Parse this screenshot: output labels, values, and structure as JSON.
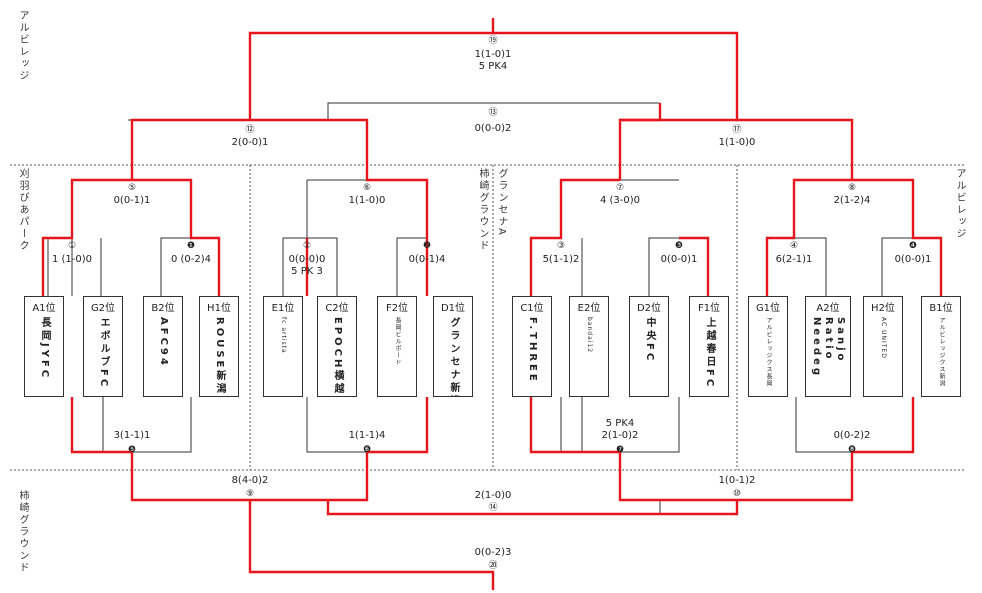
{
  "venues": {
    "top_left": "アルビレッジ",
    "left_mid": "刈羽ぴあパーク",
    "center_left": "柿崎グラウンド",
    "center_right": "グランセナA",
    "right_mid": "アルビレッジ",
    "bottom_left": "柿崎グラウンド"
  },
  "teams": [
    {
      "code": "A1位",
      "name": "長岡JYFC"
    },
    {
      "code": "G2位",
      "name": "エボルブFC"
    },
    {
      "code": "B2位",
      "name": "AFC94"
    },
    {
      "code": "H1位",
      "name": "ROUSE新潟"
    },
    {
      "code": "E1位",
      "name": "fc artista"
    },
    {
      "code": "C2位",
      "name": "EPOCH横越"
    },
    {
      "code": "F2位",
      "name": "長岡ビルボード"
    },
    {
      "code": "D1位",
      "name": "グランセナ新潟"
    },
    {
      "code": "C1位",
      "name": "F.THREE"
    },
    {
      "code": "E2位",
      "name": "bandai12"
    },
    {
      "code": "D2位",
      "name": "中央FC"
    },
    {
      "code": "F1位",
      "name": "上越春日FC"
    },
    {
      "code": "G1位",
      "name": "アルビレッジクス長岡"
    },
    {
      "code": "A2位",
      "name": "Sanjo Ratio Needeg"
    },
    {
      "code": "H2位",
      "name": "AC UNITED"
    },
    {
      "code": "B1位",
      "name": "アルビレッジクス新潟"
    }
  ],
  "matches": {
    "m1": {
      "mark": "①",
      "score": "1 (1-0)0"
    },
    "m1b": {
      "mark": "❶",
      "score": "0 (0-2)4"
    },
    "m2": {
      "mark": "②",
      "score": "0(0-0)0",
      "pk": "5 PK 3"
    },
    "m2b": {
      "mark": "❷",
      "score": "0(0-1)4"
    },
    "m3": {
      "mark": "③",
      "score": "5(1-1)2"
    },
    "m3b": {
      "mark": "❸",
      "score": "0(0-0)1"
    },
    "m4": {
      "mark": "④",
      "score": "6(2-1)1"
    },
    "m4b": {
      "mark": "❹",
      "score": "0(0-0)1"
    },
    "m5": {
      "mark": "⑤",
      "score": "0(0-1)1"
    },
    "m5b": {
      "mark": "❺",
      "score": "3(1-1)1"
    },
    "m6": {
      "mark": "⑥",
      "score": "1(1-0)0"
    },
    "m6b": {
      "mark": "❻",
      "score": "1(1-1)4"
    },
    "m7": {
      "mark": "⑦",
      "score": "4 (3-0)0"
    },
    "m7b": {
      "mark": "❼",
      "score": "2(1-0)2",
      "pk": "5 PK4"
    },
    "m8": {
      "mark": "⑧",
      "score": "2(1-2)4"
    },
    "m8b": {
      "mark": "❽",
      "score": "0(0-2)2"
    },
    "m12": {
      "mark": "⑫",
      "score": "2(0-0)1"
    },
    "m13": {
      "mark": "⑬",
      "score": "0(0-0)2"
    },
    "m17": {
      "mark": "⑰",
      "score": "1(1-0)0"
    },
    "m19": {
      "mark": "⑲",
      "score": "1(1-0)1",
      "pk": "5 PK4"
    },
    "m9": {
      "mark": "⑨",
      "score": "8(4-0)2"
    },
    "m10": {
      "mark": "⑩",
      "score": "1(0-1)2"
    },
    "m14": {
      "mark": "⑭",
      "score": "2(1-0)0"
    },
    "m20": {
      "mark": "⑳",
      "score": "0(0-2)3"
    }
  },
  "colors": {
    "winner": "#e8141b",
    "line": "#333333",
    "divider": "#555555"
  }
}
